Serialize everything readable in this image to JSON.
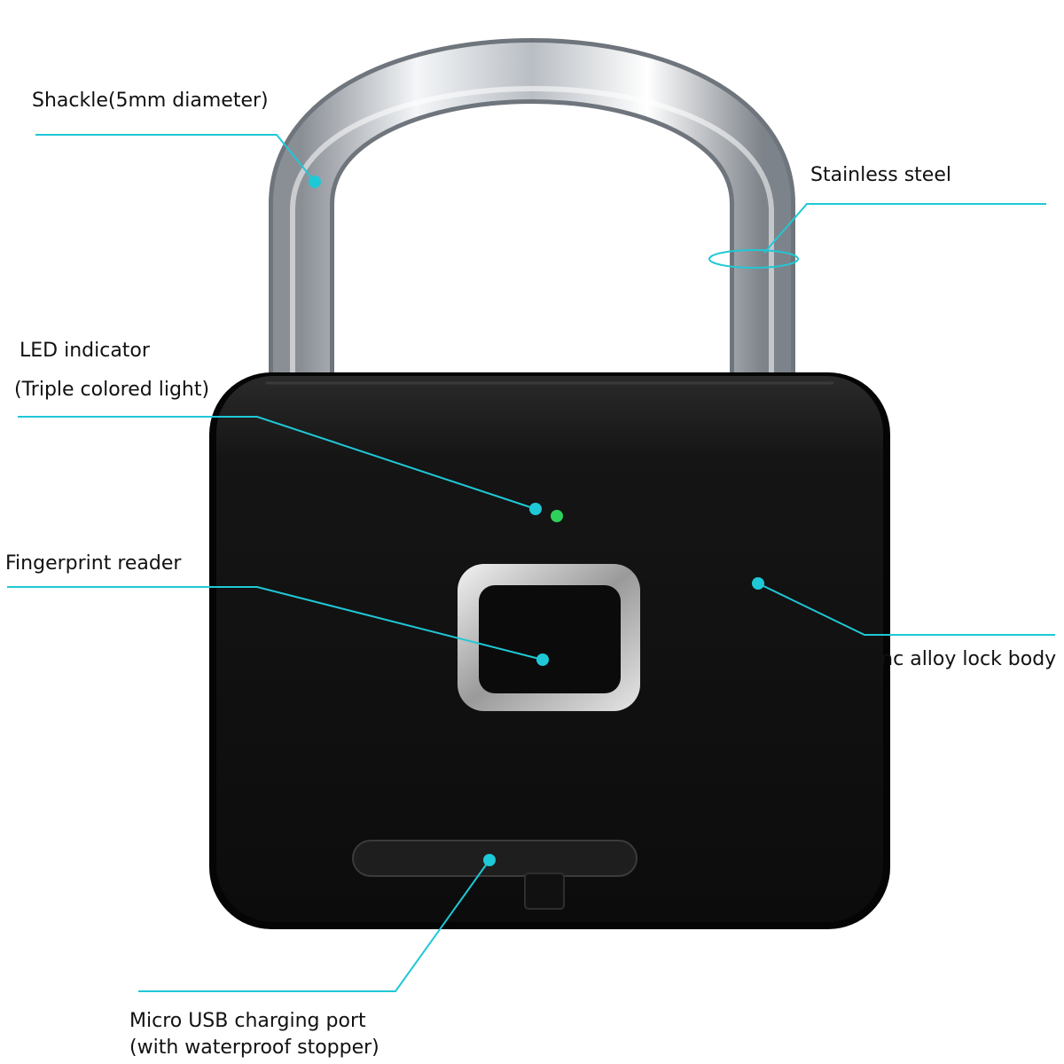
{
  "colors": {
    "callout": "#1fc8d6",
    "led": "#2fd05a",
    "body": "#141414",
    "chrome": "#d8d8d8"
  },
  "labels": {
    "shackle": "Shackle(5mm diameter)",
    "steel": "Stainless steel",
    "led_line1": "LED indicator",
    "led_line2": "(Triple colored light)",
    "fingerprint": "Fingerprint reader",
    "zinc": "Zinc alloy lock body",
    "usb_line1": "Micro USB charging port",
    "usb_line2": "(with waterproof stopper)"
  }
}
